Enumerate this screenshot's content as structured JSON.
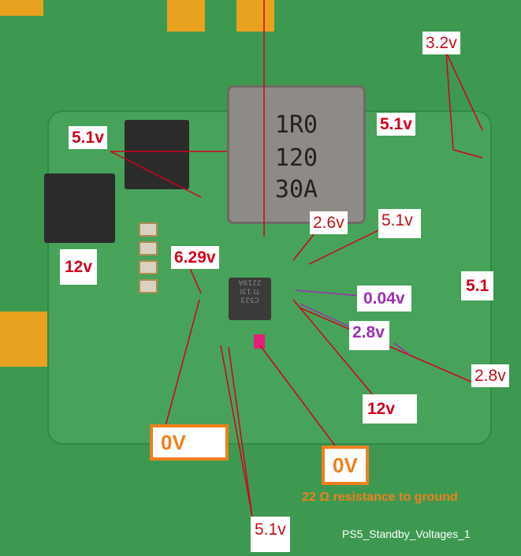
{
  "image_title": "PS5_Standby_Voltages_1",
  "components": {
    "inductor_marking": [
      "1R0",
      "120",
      "30A"
    ],
    "ic_marking": [
      "C523",
      "TI 13I",
      "2219A"
    ]
  },
  "labels": {
    "top_right_3v2": "3.2v",
    "left_mosfet_5v1": "5.1v",
    "inductor_right_5v1": "5.1v",
    "mosfet_12v": "12v",
    "pin_2v6": "2.6v",
    "pin_5v1": "5.1v",
    "pin_6v29": "6.29v",
    "right_5v1": "5.1",
    "pin_0v04": "0.04v",
    "pin_2v8_purple": "2.8v",
    "pin_2v8": "2.8v",
    "pin_12v": "12v",
    "left_0v": "0V",
    "resistor_0v": "0V",
    "resistance_note": "22 Ω resistance to ground",
    "bottom_5v1": "5.1v"
  },
  "colors": {
    "pcb": "#3d9950",
    "red_label": "#d0021b",
    "purple_label": "#9b30b0",
    "orange_label": "#f07f1e"
  }
}
